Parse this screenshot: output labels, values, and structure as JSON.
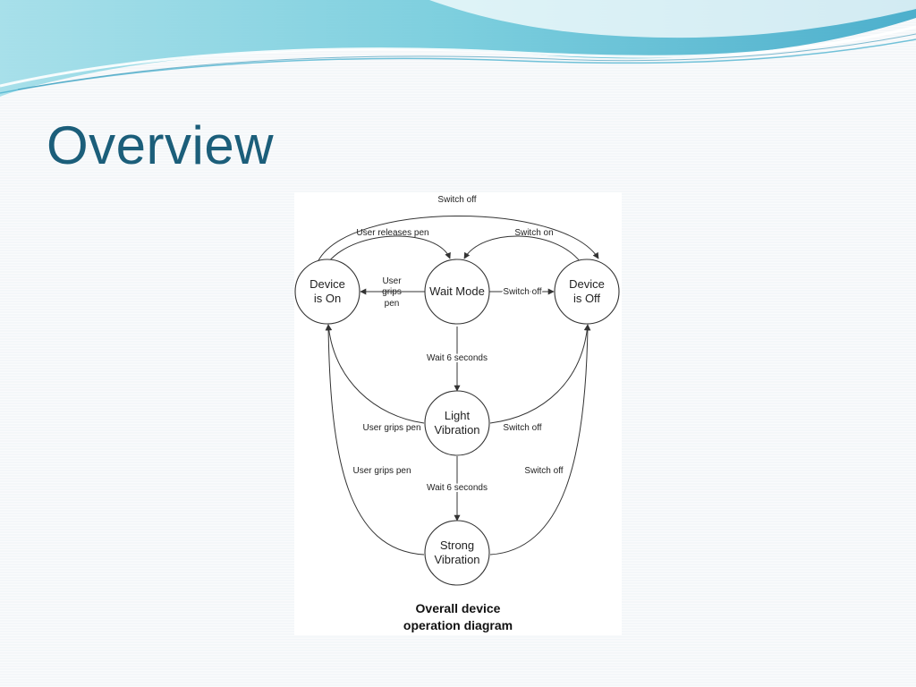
{
  "slide": {
    "title": "Overview"
  },
  "diagram": {
    "nodes": {
      "device_on": [
        "Device",
        "is On"
      ],
      "wait_mode": [
        "Wait Mode"
      ],
      "device_off": [
        "Device",
        "is Off"
      ],
      "light_vibration": [
        "Light",
        "Vibration"
      ],
      "strong_vibration": [
        "Strong",
        "Vibration"
      ]
    },
    "edges": {
      "on_to_off_top": "Switch off",
      "on_to_wait": "User releases pen",
      "off_to_wait": "Switch on",
      "wait_to_on": [
        "User",
        "grips",
        "pen"
      ],
      "wait_to_off": "Switch off",
      "wait_to_light": "Wait 6 seconds",
      "light_to_on": "User grips pen",
      "light_to_off": "Switch off",
      "strong_to_on": "User grips pen",
      "strong_to_off": "Switch off",
      "light_to_strong": "Wait 6 seconds"
    },
    "caption": [
      "Overall device",
      "operation diagram"
    ]
  },
  "colors": {
    "title": "#1b5e7a",
    "swoosh_light": "#9fdde8",
    "swoosh_mid": "#5fc3d6",
    "swoosh_dark": "#2d8fb3"
  }
}
